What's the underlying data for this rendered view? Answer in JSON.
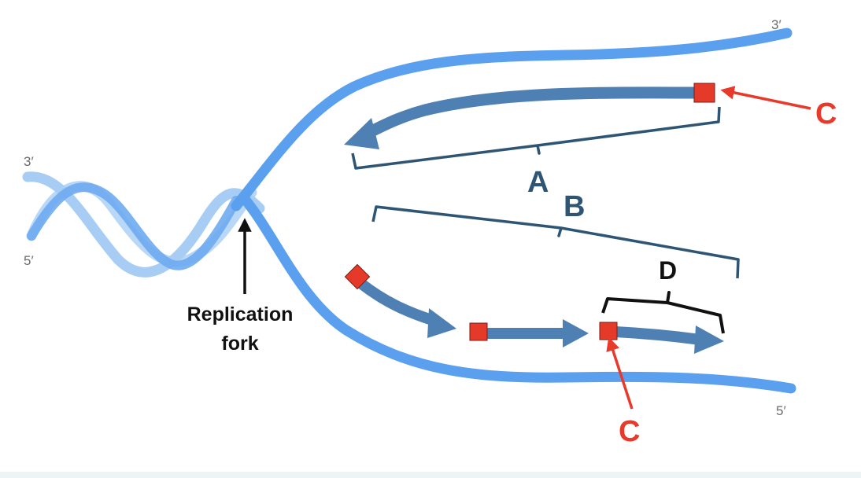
{
  "labels": {
    "top_right_end": "3′",
    "bottom_right_end": "5′",
    "left_top_end": "3′",
    "left_bottom_end": "5′",
    "bracket_a": "A",
    "bracket_b": "B",
    "primer_c_top": "C",
    "primer_c_bottom": "C",
    "bracket_d": "D",
    "fork_label_line1": "Replication",
    "fork_label_line2": "fork"
  },
  "colors": {
    "parent_strand": "#5aa0ee",
    "parent_strand_light": "#b9d7f7",
    "new_strand": "#4f80b3",
    "primer": "#e53a2a",
    "bracket_blue": "#2e5573",
    "bracket_black": "#111111",
    "label_red": "#e8392b"
  }
}
